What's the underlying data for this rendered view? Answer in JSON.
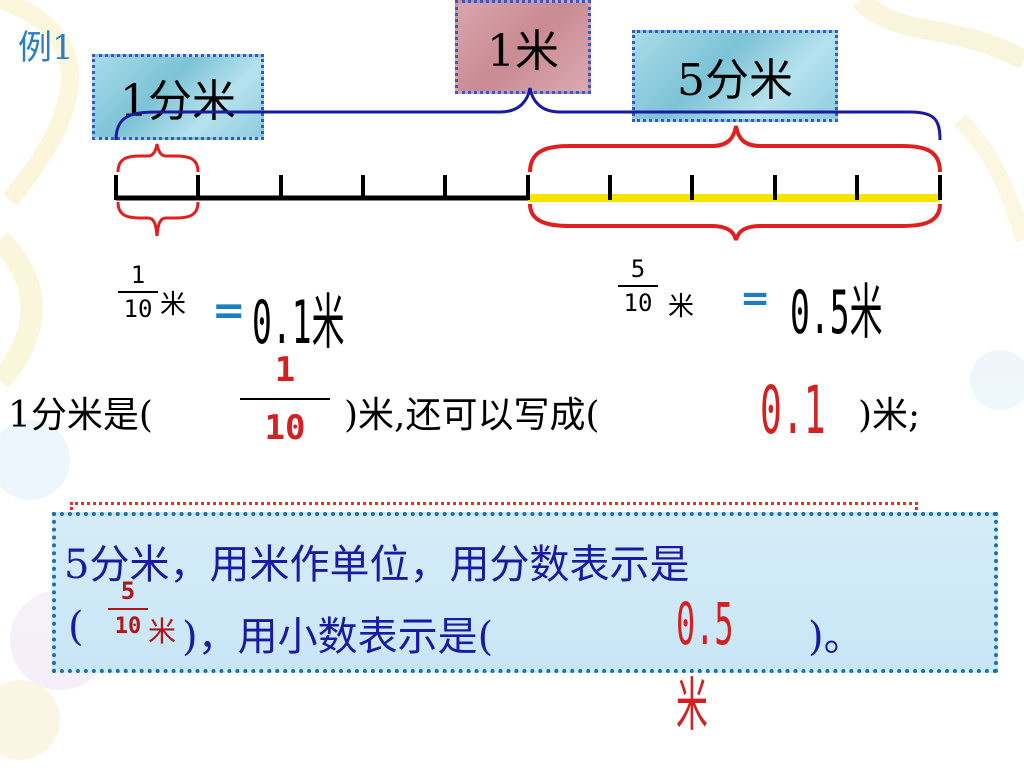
{
  "example_label": "例1",
  "labels": {
    "one_meter": "1米",
    "one_decimeter": "1分米",
    "five_decimeter": "5分米"
  },
  "equations": {
    "first": {
      "num": "1",
      "den": "10",
      "unit": "米",
      "eq": "=",
      "value": "0.1米"
    },
    "second": {
      "num": "5",
      "den": "10",
      "unit": "米",
      "eq": "=",
      "value": "0.5米"
    }
  },
  "sentence1": {
    "prefix": "1分米是(",
    "answer_num": "1",
    "answer_den": "10",
    "middle": ")米,还可以写成(",
    "answer_decimal": "0.1",
    "suffix": ")米;"
  },
  "panel": {
    "line1": "5分米，用米作单位，用分数表示是",
    "line2_open": "(",
    "frac_num": "5",
    "frac_den": "10",
    "frac_unit": "米",
    "line2_mid": ")，用小数表示是(",
    "answer": "0.5米",
    "line2_close": ")。"
  },
  "colors": {
    "ruler": "#000000",
    "highlight": "#f5e400",
    "brace_blue": "#1a1aa0",
    "brace_red": "#e02020",
    "answer_red": "#d42020",
    "panel_text": "#1a1aa0"
  }
}
